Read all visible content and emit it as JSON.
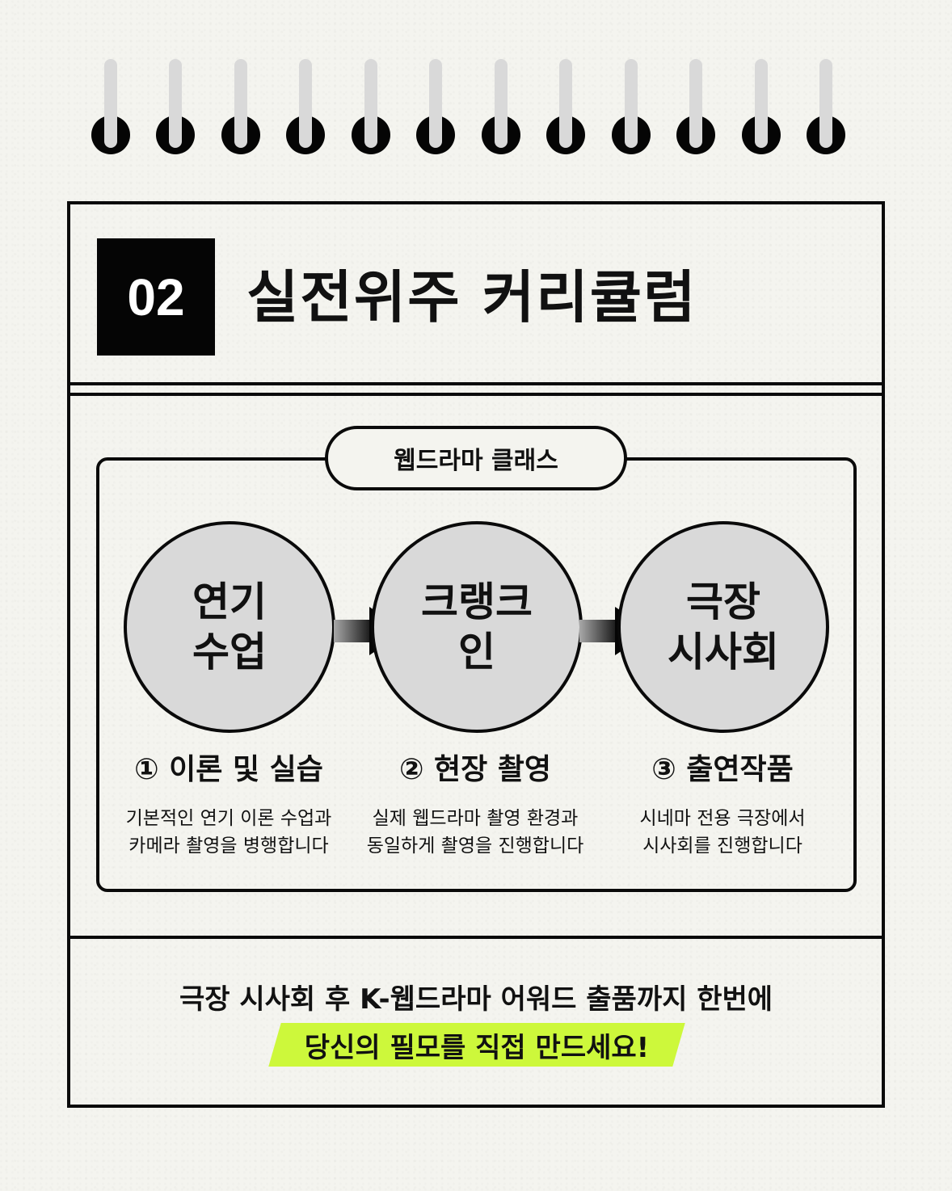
{
  "binding": {
    "ring_count": 12,
    "ring_x": [
      113,
      193,
      274,
      354,
      435,
      515,
      596,
      676,
      757,
      837,
      918,
      998
    ],
    "wire_color": "#d9d9d9",
    "hole_color": "#050505"
  },
  "header": {
    "number": "02",
    "title": "실전위주 커리큘럼"
  },
  "section": {
    "label": "웹드라마 클래스",
    "flow": [
      {
        "circle_lines": [
          "연기",
          "수업"
        ],
        "step_title": "① 이론 및 실습",
        "step_desc": "기본적인 연기 이론 수업과\n카메라 촬영을 병행합니다"
      },
      {
        "circle_lines": [
          "크랭크",
          "인"
        ],
        "step_title": "② 현장 촬영",
        "step_desc": "실제 웹드라마 촬영 환경과\n동일하게 촬영을 진행합니다"
      },
      {
        "circle_lines": [
          "극장",
          "시사회"
        ],
        "step_title": "③ 출연작품",
        "step_desc": "시네마 전용 극장에서\n시사회를 진행합니다"
      }
    ],
    "circle_fill": "#d9d9d9"
  },
  "footer": {
    "line1": "극장 시사회 후 K-웹드라마 어워드 출품까지 한번에",
    "highlight": "당신의 필모를 직접 만드세요!",
    "highlight_color": "#cdf83b"
  },
  "colors": {
    "background": "#f4f4ef",
    "ink": "#0a0a0a"
  }
}
